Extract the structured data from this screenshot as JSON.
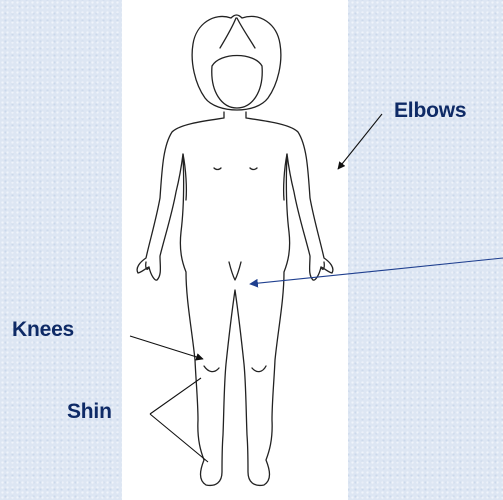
{
  "labels": {
    "elbows": "Elbows",
    "knees": "Knees",
    "shin": "Shin"
  },
  "colors": {
    "background": "#dde6f3",
    "panel": "#ffffff",
    "label_text": "#0e2a66",
    "outline": "#222222",
    "groin_arrow": "#1f3f8f"
  },
  "icons": {
    "figure": "child-body-outline"
  }
}
